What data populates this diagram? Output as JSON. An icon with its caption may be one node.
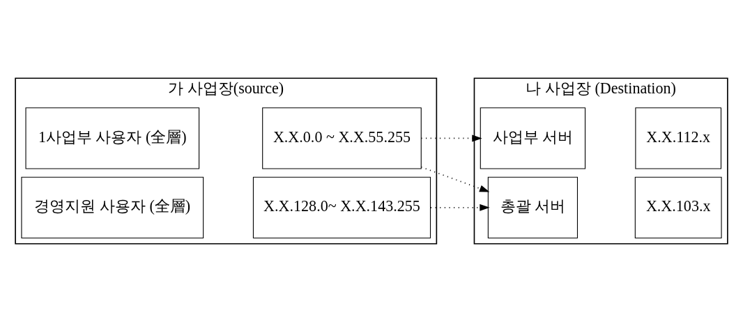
{
  "diagram": {
    "nodes": [
      {
        "text": [
          "가 사업장(source)"
        ]
      },
      {
        "text": [
          "1사업부 사용자 (全層)"
        ],
        "in": 0
      },
      {
        "text": [
          "X.X.0.0 ~ X.X.55.255"
        ],
        "in": 0
      },
      {
        "text": [
          "경영지원 사용자 (全層)"
        ],
        "in": 0
      },
      {
        "text": [
          "X.X.128.0~ X.X.143.255"
        ],
        "in": 0
      },
      {
        "text": [
          "나 사업장 (Destination)"
        ]
      },
      {
        "text": [
          "총괄 서버"
        ],
        "in": 5
      },
      {
        "text": [
          "X.X.103.x"
        ],
        "in": 5
      },
      {
        "text": [
          "사업부 서버"
        ],
        "in": 5
      },
      {
        "text": [
          "X.X.112.x"
        ],
        "in": 5
      }
    ],
    "edges": [
      {
        "from": 2,
        "to": 6,
        "arrow": "to",
        "style": "dashed"
      },
      {
        "from": 2,
        "to": 8,
        "arrow": "to",
        "style": "dashed"
      },
      {
        "from": 4,
        "to": 6,
        "arrow": "to",
        "style": "dashed"
      }
    ]
  }
}
